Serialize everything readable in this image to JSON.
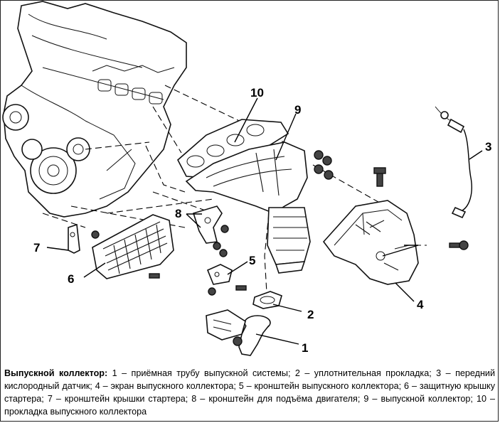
{
  "figure": {
    "callouts": [
      {
        "id": "1",
        "label": "1"
      },
      {
        "id": "2",
        "label": "2"
      },
      {
        "id": "3",
        "label": "3"
      },
      {
        "id": "4",
        "label": "4"
      },
      {
        "id": "5",
        "label": "5"
      },
      {
        "id": "6",
        "label": "6"
      },
      {
        "id": "7",
        "label": "7"
      },
      {
        "id": "8",
        "label": "8"
      },
      {
        "id": "9",
        "label": "9"
      },
      {
        "id": "10",
        "label": "10"
      }
    ]
  },
  "caption": {
    "title": "Выпускной коллектор:",
    "text": " 1 – приёмная трубу выпускной системы; 2 – уплотнительная прокладка; 3 – передний кислородный датчик; 4 – экран выпускного коллектора; 5 – кронштейн выпускного коллектора; 6 – защитную крышку стартера; 7 – кронштейн крышки стартера; 8 – кронштейн для подъёма двигателя; 9 – выпускной коллектор; 10 – прокладка выпускного коллектора"
  }
}
